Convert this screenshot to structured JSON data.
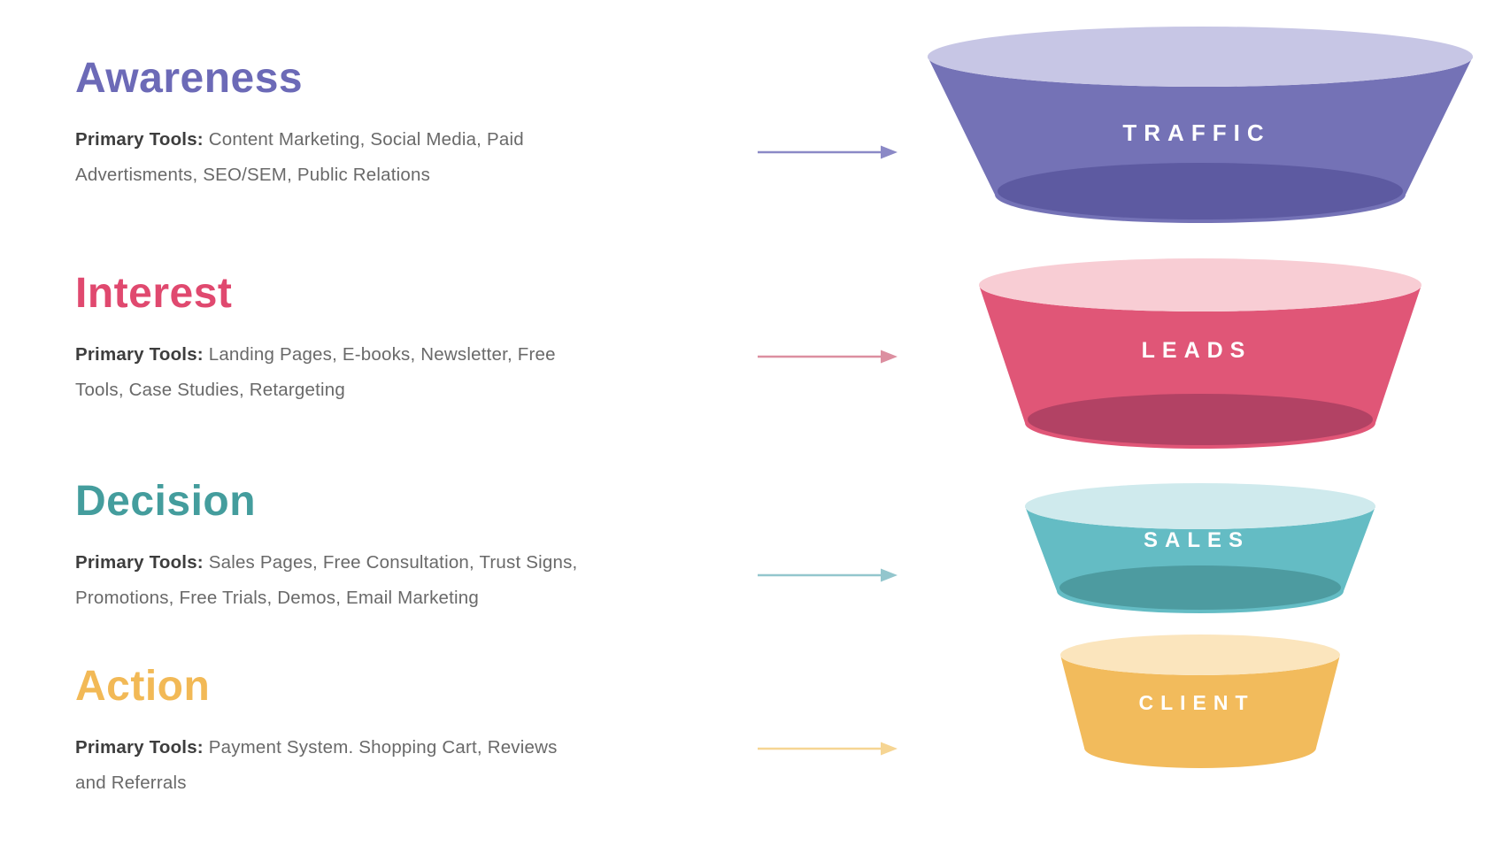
{
  "stages": [
    {
      "heading": "Awareness",
      "heading_color": "#6c6ab7",
      "tools_label": "Primary Tools:",
      "tools_text": " Content Marketing, Social Media, Paid Advertisments, SEO/SEM, Public Relations",
      "arrow_color": "#8b89c6",
      "funnel_label": "TRAFFIC",
      "funnel_colors": {
        "top": "#c7c6e5",
        "body": "#7472b6",
        "bottom": "#5d5aa1"
      }
    },
    {
      "heading": "Interest",
      "heading_color": "#e0496f",
      "tools_label": "Primary Tools:",
      "tools_text": " Landing Pages, E-books, Newsletter, Free Tools, Case Studies, Retargeting",
      "arrow_color": "#dc8fa0",
      "funnel_label": "LEADS",
      "funnel_colors": {
        "top": "#f8cdd4",
        "body": "#e05677",
        "bottom": "#b24264"
      }
    },
    {
      "heading": "Decision",
      "heading_color": "#449d9d",
      "tools_label": "Primary Tools:",
      "tools_text": " Sales Pages, Free Consultation, Trust Signs, Promotions, Free Trials, Demos, Email Marketing",
      "arrow_color": "#93c6cd",
      "funnel_label": "SALES",
      "funnel_colors": {
        "top": "#cfeaed",
        "body": "#64bcc4",
        "bottom": "#4d9ba0"
      }
    },
    {
      "heading": "Action",
      "heading_color": "#f2b956",
      "tools_label": "Primary Tools:",
      "tools_text": " Payment System. Shopping Cart, Reviews and Referrals",
      "arrow_color": "#f6d593",
      "funnel_label": "CLIENT",
      "funnel_colors": {
        "top": "#fbe5bd",
        "body": "#f2bb5c"
      }
    }
  ]
}
